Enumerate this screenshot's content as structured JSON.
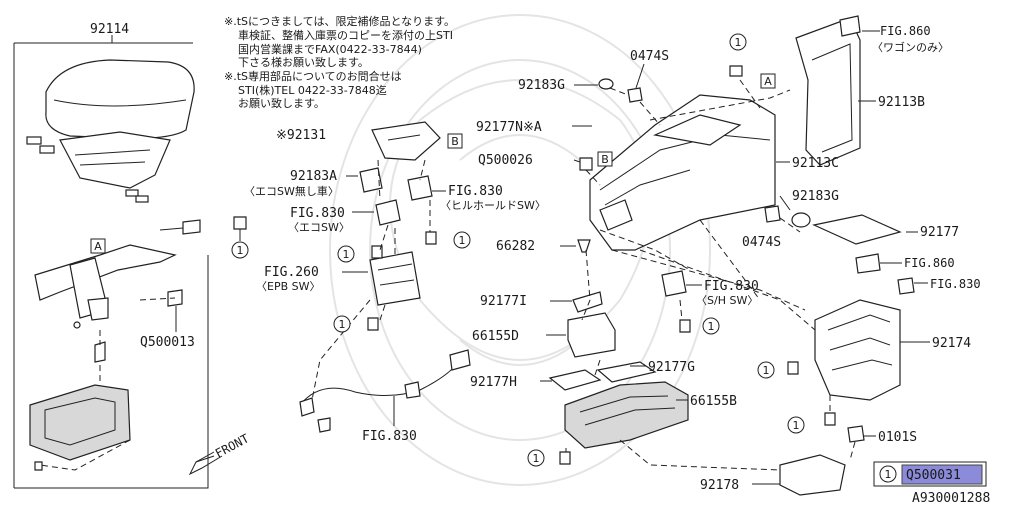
{
  "notes": [
    "※.tSにつきましては、限定補修品となります。",
    "車検証、整備入庫票のコピーを添付の上STI",
    "国内営業課までFAX(0422-33-7844)",
    "下さる様お願い致します。",
    "※.tS専用部品についてのお問合せは",
    "STI(株)TEL 0422-33-7848迄",
    "お願い致します。"
  ],
  "labels": {
    "p92114": "92114",
    "fig860_top": "FIG.860",
    "wagon_only": "〈ワゴンのみ〉",
    "p0474s_top": "0474S",
    "p92183g_left": "92183G",
    "p92113b": "92113B",
    "p92131": "※92131",
    "p92177n": "92177N※A",
    "q500026": "Q500026",
    "p92113c": "92113C",
    "p92183a": "92183A",
    "eco_sw_none": "〈エコSW無し車〉",
    "fig830_hill": "FIG.830",
    "hill_hold_sw": "〈ヒルホールドSW〉",
    "p92183g_right": "92183G",
    "fig830_eco": "FIG.830",
    "eco_sw": "〈エコSW〉",
    "p0474s_mid": "0474S",
    "p92177": "92177",
    "p66282": "66282",
    "fig260": "FIG.260",
    "epb_sw": "〈EPB SW〉",
    "fig860_right": "FIG.860",
    "fig830_right": "FIG.830",
    "fig830_sh": "FIG.830",
    "sh_sw": "〈S/H SW〉",
    "p92177i": "92177I",
    "q500013": "Q500013",
    "p66155d": "66155D",
    "p92174": "92174",
    "p92177g": "92177G",
    "p92177h": "92177H",
    "p66155b": "66155B",
    "fig830_harness": "FIG.830",
    "front": "FRONT",
    "p0101s": "0101S",
    "p92178": "92178",
    "legend_part": "Q500031",
    "diagram_id": "A930001288"
  },
  "box_refs": {
    "a_left": "A",
    "a_right": "A",
    "b_top": "B",
    "b_mid": "B"
  },
  "circle_marker": "1",
  "colors": {
    "highlight": "#8b8bd9",
    "ink": "#1a1a1a",
    "watermark": "#e4e4e4"
  }
}
